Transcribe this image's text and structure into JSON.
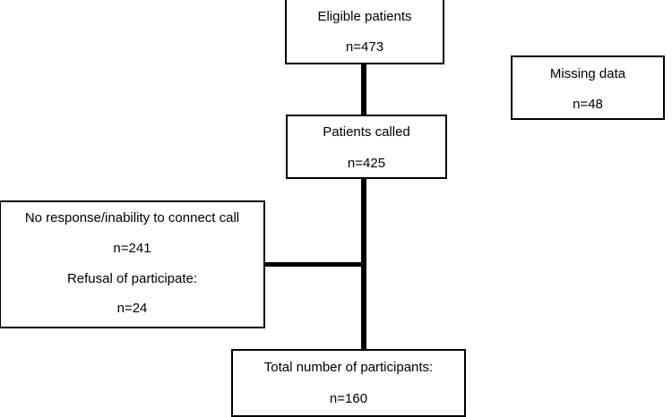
{
  "boxes": {
    "eligible": {
      "label": "Eligible patients",
      "count": "n=473"
    },
    "missing": {
      "label": "Missing data",
      "count": "n=48"
    },
    "called": {
      "label": "Patients called",
      "count": "n=425"
    },
    "excluded": {
      "label1": "No response/inability to connect call",
      "count1": "n=241",
      "label2": "Refusal of participate:",
      "count2": "n=24"
    },
    "total": {
      "label": "Total number of participants:",
      "count": "n=160"
    }
  }
}
